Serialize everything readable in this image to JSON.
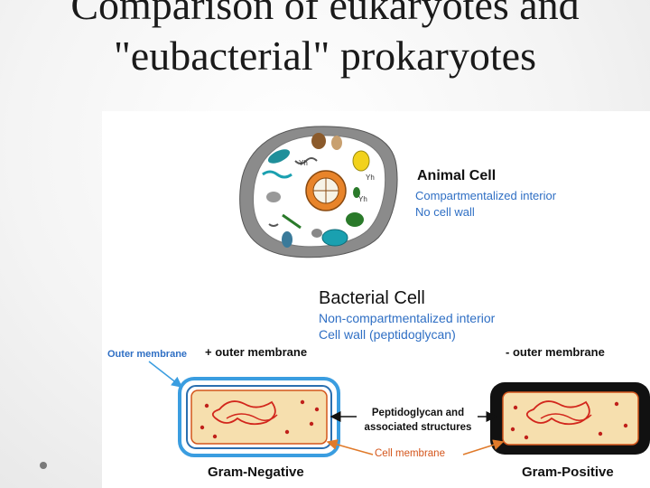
{
  "slide": {
    "title_line1": "Comparison of eukaryotes and",
    "title_line2": "\"eubacterial\" prokaryotes"
  },
  "figure": {
    "animal_cell": {
      "title": "Animal Cell",
      "line1": "Compartmentalized interior",
      "line2": "No cell wall"
    },
    "bacterial_cell": {
      "title": "Bacterial Cell",
      "line1": "Non-compartmentalized interior",
      "line2": "Cell wall (peptidoglycan)"
    },
    "outer_membrane_label": "Outer membrane",
    "plus_outer_membrane": "+ outer membrane",
    "minus_outer_membrane": "- outer membrane",
    "peptidoglycan_line1": "Peptidoglycan and",
    "peptidoglycan_line2": "associated structures",
    "cell_membrane": "Cell membrane",
    "gram_negative": "Gram-Negative",
    "gram_positive": "Gram-Positive"
  },
  "colors": {
    "label_blue": "#2f6fc4",
    "cell_membrane_orange": "#d4561c",
    "cytoplasm": "#f6dfae",
    "dna_red": "#d2261c",
    "outer_membrane_blue": "#3a9de0",
    "gram_positive_wall": "#111111"
  }
}
